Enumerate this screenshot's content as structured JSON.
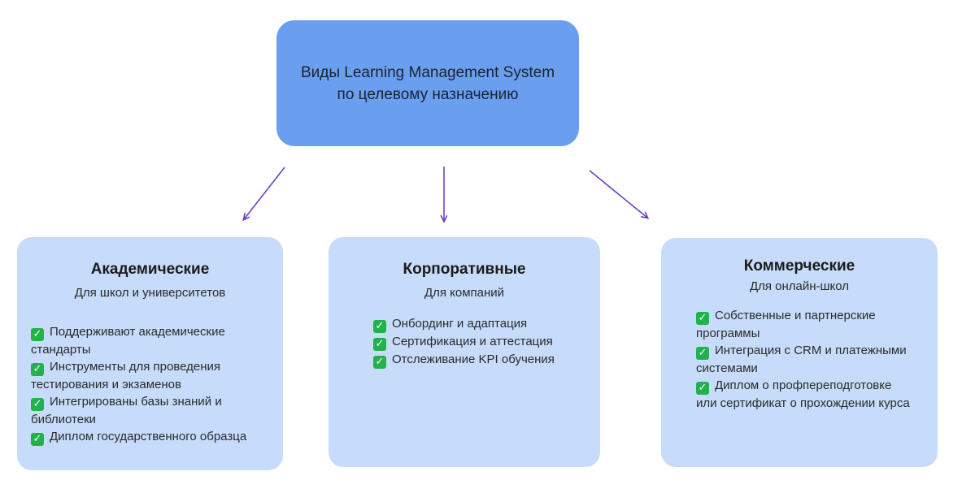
{
  "root": {
    "line1": "Виды Learning Management System",
    "line2": "по целевому назначению"
  },
  "colors": {
    "root_fill": "#6a9ff0",
    "card_fill": "#c6dcfa",
    "arrow": "#6a3fc8",
    "check": "#22b14c"
  },
  "check_icon": "✓",
  "cards": [
    {
      "title": "Академические",
      "subtitle": "Для школ и университетов",
      "items": [
        "Поддерживают академические стандарты",
        "Инструменты для проведения тестирования и экзаменов",
        "Интегрированы базы знаний и библиотеки",
        "Диплом государственного образца"
      ]
    },
    {
      "title": "Корпоративные",
      "subtitle": "Для компаний",
      "items": [
        "Онбординг и адаптация",
        "Сертификация и аттестация",
        "Отслеживание KPI обучения"
      ]
    },
    {
      "title": "Коммерческие",
      "subtitle": "Для онлайн-школ",
      "items": [
        "Собственные и партнерские программы",
        "Интеграция с CRM и платежными системами",
        "Диплом о профпереподготовке или сертификат о прохождении курса"
      ]
    }
  ]
}
